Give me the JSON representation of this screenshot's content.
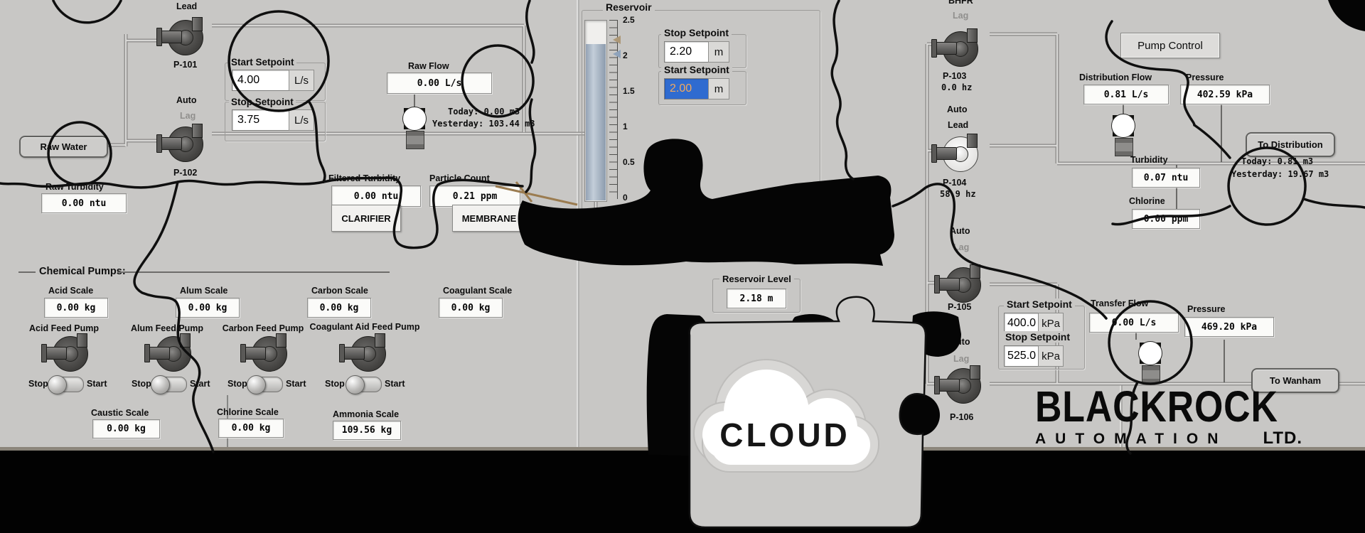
{
  "colors": {
    "panel": "#c8c7c5",
    "selection_bg": "#2f6bd0",
    "selection_text": "#f2a95e",
    "stop_marker_tan": "#ad9877",
    "start_marker_blue": "#8fa3bb",
    "tank_fill": "#a9b8c8"
  },
  "raw": {
    "lead": "Lead",
    "p101": "P-101",
    "auto": "Auto",
    "lag": "Lag",
    "p102": "P-102",
    "raw_water": "Raw Water",
    "start_setpoint": {
      "label": "Start Setpoint",
      "value": "4.00",
      "unit": "L/s"
    },
    "stop_setpoint": {
      "label": "Stop Setpoint",
      "value": "3.75",
      "unit": "L/s"
    },
    "raw_turbidity": {
      "label": "Raw Turbidity",
      "value": "0.00 ntu"
    },
    "raw_flow": {
      "label": "Raw Flow",
      "value": "0.00 L/s",
      "today": "Today: 0.00 m3",
      "yesterday": "Yesterday: 103.44 m3"
    },
    "filtered_turbidity": {
      "label": "Filtered Turbidity",
      "value": "0.00 ntu"
    },
    "particle_count": {
      "label": "Particle Count",
      "value": "0.21 ppm"
    },
    "clarifier": "CLARIFIER",
    "membrane": "MEMBRANE"
  },
  "reservoir": {
    "title": "Reservoir",
    "ticks": [
      "2.5",
      "2",
      "1.5",
      "1",
      "0.5",
      "0"
    ],
    "stop_setpoint": {
      "label": "Stop Setpoint",
      "value": "2.20",
      "unit": "m"
    },
    "start_setpoint": {
      "label": "Start Setpoint",
      "value": "2.00",
      "unit": "m"
    },
    "level": {
      "label": "Reservoir Level",
      "value": "2.18 m"
    }
  },
  "distribution": {
    "header_clipped": "BHFR",
    "lag_top": "Lag",
    "p103": {
      "name": "P-103",
      "freq": "0.0 hz"
    },
    "auto1": "Auto",
    "lead": "Lead",
    "p104": {
      "name": "P-104",
      "freq": "58.9 hz"
    },
    "auto2": "Auto",
    "lag2": "Lag",
    "pump_control": "Pump Control",
    "flow": {
      "label": "Distribution Flow",
      "value": "0.81 L/s"
    },
    "pressure": {
      "label": "Pressure",
      "value": "402.59 kPa"
    },
    "to_distribution": "To Distribution",
    "today": "Today: 0.81 m3",
    "yesterday": "Yesterday: 19.67 m3",
    "turbidity": {
      "label": "Turbidity",
      "value": "0.07 ntu"
    },
    "chlorine": {
      "label": "Chlorine",
      "value": "0.00 ppm"
    }
  },
  "transfer": {
    "p105": "P-105",
    "auto": "Auto",
    "lag": "Lag",
    "p106": "P-106",
    "start_setpoint": {
      "label": "Start Setpoint",
      "value": "400.0",
      "unit": "kPa"
    },
    "stop_setpoint": {
      "label": "Stop Setpoint",
      "value": "525.0",
      "unit": "kPa"
    },
    "flow": {
      "label": "Transfer Flow",
      "value": "0.00 L/s"
    },
    "pressure": {
      "label": "Pressure",
      "value": "469.20 kPa"
    },
    "to_wanham": "To Wanham"
  },
  "chemical": {
    "title": "Chemical Pumps:",
    "stop": "Stop",
    "start": "Start",
    "scales": [
      {
        "label": "Acid Scale",
        "value": "0.00 kg"
      },
      {
        "label": "Alum Scale",
        "value": "0.00 kg"
      },
      {
        "label": "Carbon Scale",
        "value": "0.00 kg"
      },
      {
        "label": "Coagulant Scale",
        "value": "0.00 kg"
      }
    ],
    "feed_pumps": [
      {
        "label": "Acid Feed Pump"
      },
      {
        "label": "Alum Feed Pump"
      },
      {
        "label": "Carbon Feed Pump"
      },
      {
        "label": "Coagulant Aid Feed Pump"
      }
    ],
    "scales2": [
      {
        "label": "Caustic Scale",
        "value": "0.00 kg"
      },
      {
        "label": "Chlorine Scale",
        "value": "0.00 kg"
      },
      {
        "label": "Ammonia Scale",
        "value": "109.56 kg"
      }
    ]
  },
  "branding": {
    "name": "BLACKROCK",
    "sub": "AUTOMATION",
    "suffix": "LTD."
  },
  "cloud": {
    "label": "CLOUD"
  }
}
